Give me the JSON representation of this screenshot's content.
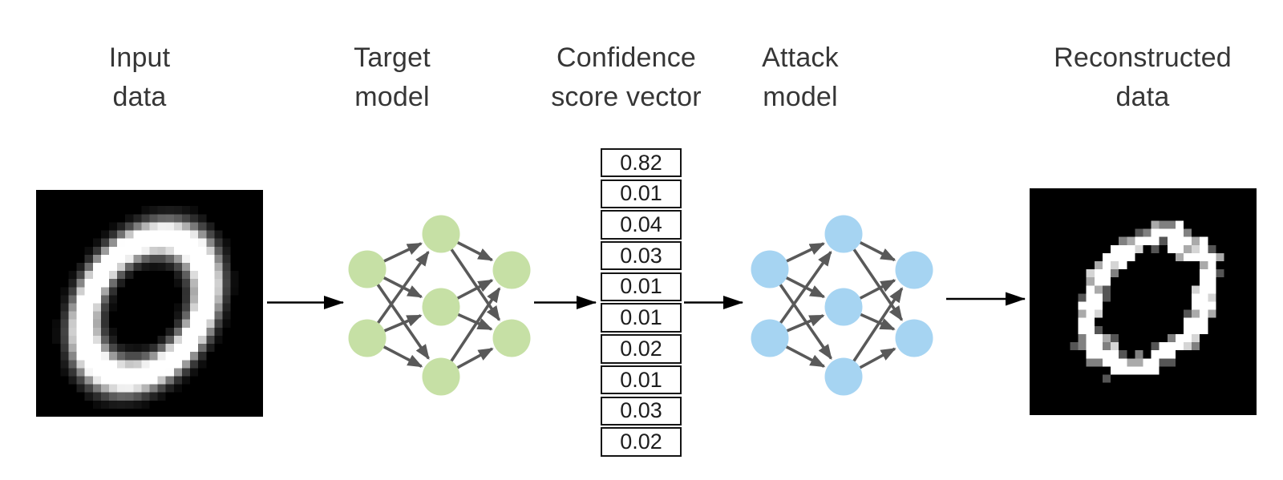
{
  "headers": {
    "input": "Input\ndata",
    "target": "Target\nmodel",
    "vector": "Confidence\nscore vector",
    "attack": "Attack\nmodel",
    "reconstructed": "Reconstructed\ndata"
  },
  "confidence_vector": {
    "values": [
      "0.82",
      "0.01",
      "0.04",
      "0.03",
      "0.01",
      "0.01",
      "0.02",
      "0.01",
      "0.03",
      "0.02"
    ]
  },
  "networks": {
    "target": {
      "name": "target-model",
      "node_color": "#c6e0a5",
      "layers": [
        2,
        3,
        2
      ]
    },
    "attack": {
      "name": "attack-model",
      "node_color": "#a6d4f2",
      "layers": [
        2,
        3,
        2
      ]
    },
    "edge_color": "#595959"
  },
  "images": {
    "input": {
      "digit": "0",
      "style": "smooth grayscale handwritten digit",
      "background": "#000000"
    },
    "reconstructed": {
      "digit": "0",
      "style": "noisy pixelated reconstruction",
      "background": "#000000"
    }
  },
  "flow": {
    "arrow_color": "#000000",
    "sequence": [
      "input-data",
      "target-model",
      "confidence-score-vector",
      "attack-model",
      "reconstructed-data"
    ]
  },
  "text_color": "#363636"
}
